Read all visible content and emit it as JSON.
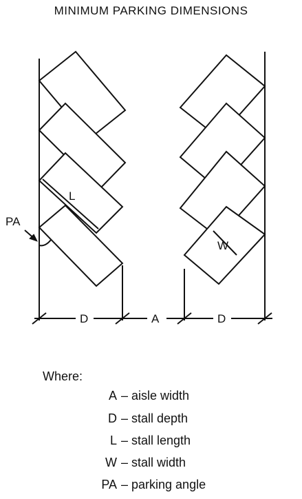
{
  "title": "MINIMUM PARKING DIMENSIONS",
  "labels": {
    "stall_length": "L",
    "stall_width": "W",
    "parking_angle": "PA",
    "stall_depth_left": "D",
    "aisle_width": "A",
    "stall_depth_right": "D"
  },
  "legend": {
    "heading": "Where:",
    "items": [
      {
        "abbr": "A",
        "desc": "– aisle width"
      },
      {
        "abbr": "D",
        "desc": "– stall depth"
      },
      {
        "abbr": "L",
        "desc": "– stall length"
      },
      {
        "abbr": "W",
        "desc": "– stall width"
      },
      {
        "abbr": "PA",
        "desc": "– parking angle"
      }
    ]
  },
  "colors": {
    "ink": "#111111",
    "background": "#ffffff"
  }
}
